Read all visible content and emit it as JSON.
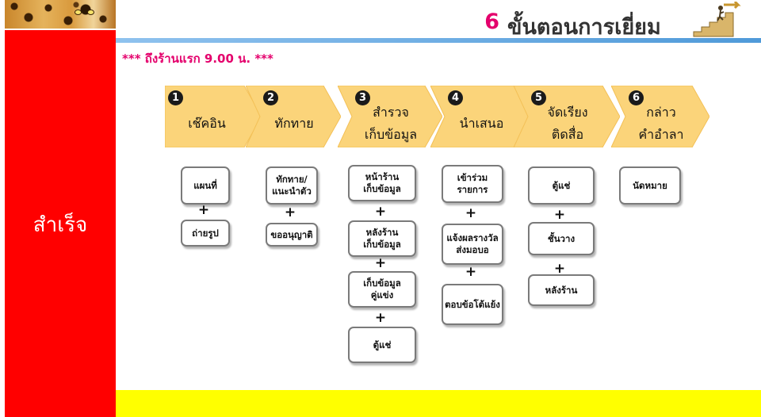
{
  "header": {
    "title_number": "6",
    "title_text": "ขั้นตอนการเยี่ยม"
  },
  "sidebar": {
    "label": "สำเร็จ"
  },
  "note": "*** ถึงร้านแรก 9.00 น. ***",
  "icons": {
    "banner": "leopard-banner-image",
    "stairs": "stairs-climber-icon"
  },
  "colors": {
    "accent": "#e4006c",
    "sidebar": "#ff0000",
    "footer": "#ffff00",
    "arrow": "#fbd47a",
    "divider": "#5aa3de"
  },
  "steps": [
    {
      "number": "1",
      "lines": [
        "เช๊คอิน"
      ]
    },
    {
      "number": "2",
      "lines": [
        "ทักทาย"
      ]
    },
    {
      "number": "3",
      "lines": [
        "สำรวจ",
        "เก็บข้อมูล"
      ]
    },
    {
      "number": "4",
      "lines": [
        "นำเสนอ"
      ]
    },
    {
      "number": "5",
      "lines": [
        "จัดเรียง",
        "ติดสื่อ"
      ]
    },
    {
      "number": "6",
      "lines": [
        "กล่าว",
        "คำอำลา"
      ]
    }
  ],
  "columns": [
    {
      "items": [
        [
          "แผนที่"
        ],
        [
          "ถ่ายรูป"
        ]
      ]
    },
    {
      "items": [
        [
          "ทักทาย/",
          "แนะนำตัว"
        ],
        [
          "ขออนุญาติ"
        ]
      ]
    },
    {
      "items": [
        [
          "หน้าร้าน",
          "เก็บข้อมูล"
        ],
        [
          "หลังร้าน",
          "เก็บข้อมูล"
        ],
        [
          "เก็บข้อมูล",
          "คู่แข่ง"
        ],
        [
          "ตู้แช่"
        ]
      ]
    },
    {
      "items": [
        [
          "เข้าร่วม",
          "รายการ"
        ],
        [
          "แจ้งผลรางวัล",
          "ส่งมอบอ"
        ],
        [
          "ตอบข้อโต้แย้ง"
        ]
      ]
    },
    {
      "items": [
        [
          "ตู้แช่"
        ],
        [
          "ชั้นวาง"
        ],
        [
          "หลังร้าน"
        ]
      ]
    },
    {
      "items": [
        [
          "นัดหมาย"
        ]
      ]
    }
  ],
  "connector": "+"
}
